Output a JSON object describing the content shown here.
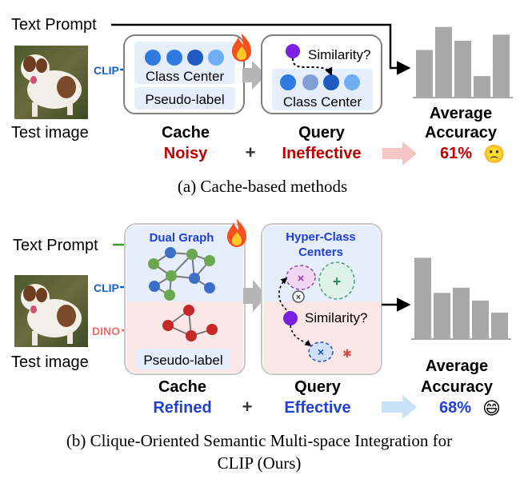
{
  "top": {
    "text_prompt": "Text Prompt",
    "clip_tag": "CLIP",
    "test_image_label": "Test image",
    "class_center_left": "Class Center",
    "pseudo_label": "Pseudo-label",
    "similarity": "Similarity?",
    "class_center_right": "Class Center",
    "cache_title": "Cache",
    "cache_status": "Noisy",
    "plus": "+",
    "query_title": "Query",
    "query_status": "Ineffective",
    "avg_line1": "Average",
    "avg_line2": "Accuracy",
    "accuracy": "61%",
    "emoji": "🙁",
    "bar_values": [
      0.62,
      0.92,
      0.74,
      0.28,
      0.82
    ],
    "caption": "(a) Cache-based methods"
  },
  "bottom": {
    "text_prompt": "Text Prompt",
    "clip_tag": "CLIP",
    "dino_tag": "DINO",
    "test_image_label": "Test image",
    "dual_graph": "Dual Graph",
    "pseudo_label": "Pseudo-label",
    "hyper_class_line1": "Hyper-Class",
    "hyper_class_line2": "Centers",
    "similarity": "Similarity?",
    "cache_title": "Cache",
    "cache_status": "Refined",
    "plus": "+",
    "query_title": "Query",
    "query_status": "Effective",
    "avg_line1": "Average",
    "avg_line2": "Accuracy",
    "accuracy": "68%",
    "emoji": "😄",
    "bar_values": [
      0.95,
      0.54,
      0.6,
      0.45,
      0.31
    ],
    "caption_line1": "(b) Clique-Oriented Semantic Multi-space Integration for",
    "caption_line2": "CLIP (Ours)"
  },
  "colors": {
    "noisy": "#c00000",
    "effective": "#1f3fd6",
    "clip": "#1565c0",
    "dino": "#ef6c6c",
    "green_arrow": "#3a9a2a",
    "bar": "#a8a8a8",
    "panel_blue": "#e6eefb",
    "panel_pink": "#fbe7e6"
  }
}
